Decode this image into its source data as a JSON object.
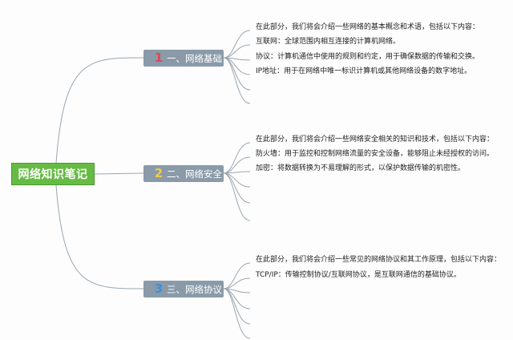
{
  "title": "网络知识笔记",
  "colors": {
    "root_fill": "#66bb44",
    "branch_fill": "#8a9aa8",
    "line": "#9aa6b0",
    "num1": "#e0455a",
    "num2": "#f2c94c",
    "num3": "#3a8fd8"
  },
  "branches": [
    {
      "number": "1",
      "label": "一、网络基础",
      "items": [
        "在此部分，我们将会介绍一些网络的基本概念和术语，包括以下内容：",
        "互联网：全球范围内相互连接的计算机网络。",
        "协议：计算机通信中使用的规则和约定，用于确保数据的传输和交换。",
        "IP地址：用于在网络中唯一标识计算机或其他网络设备的数字地址。",
        "",
        ""
      ]
    },
    {
      "number": "2",
      "label": "二、网络安全",
      "items": [
        "在此部分，我们将会介绍一些网络安全相关的知识和技术，包括以下内容：",
        "防火墙：用于监控和控制网络流量的安全设备，能够阻止未经授权的访问。",
        "加密：将数据转换为不易理解的形式，以保护数据传输的机密性。",
        "",
        "",
        ""
      ]
    },
    {
      "number": "3",
      "label": "三、网络协议",
      "items": [
        "在此部分，我们将会介绍一些常见的网络协议和其工作原理，包括以下内容：",
        "TCP/IP：传输控制协议/互联网协议，是互联网通信的基础协议。",
        "",
        "",
        "",
        ""
      ]
    }
  ]
}
